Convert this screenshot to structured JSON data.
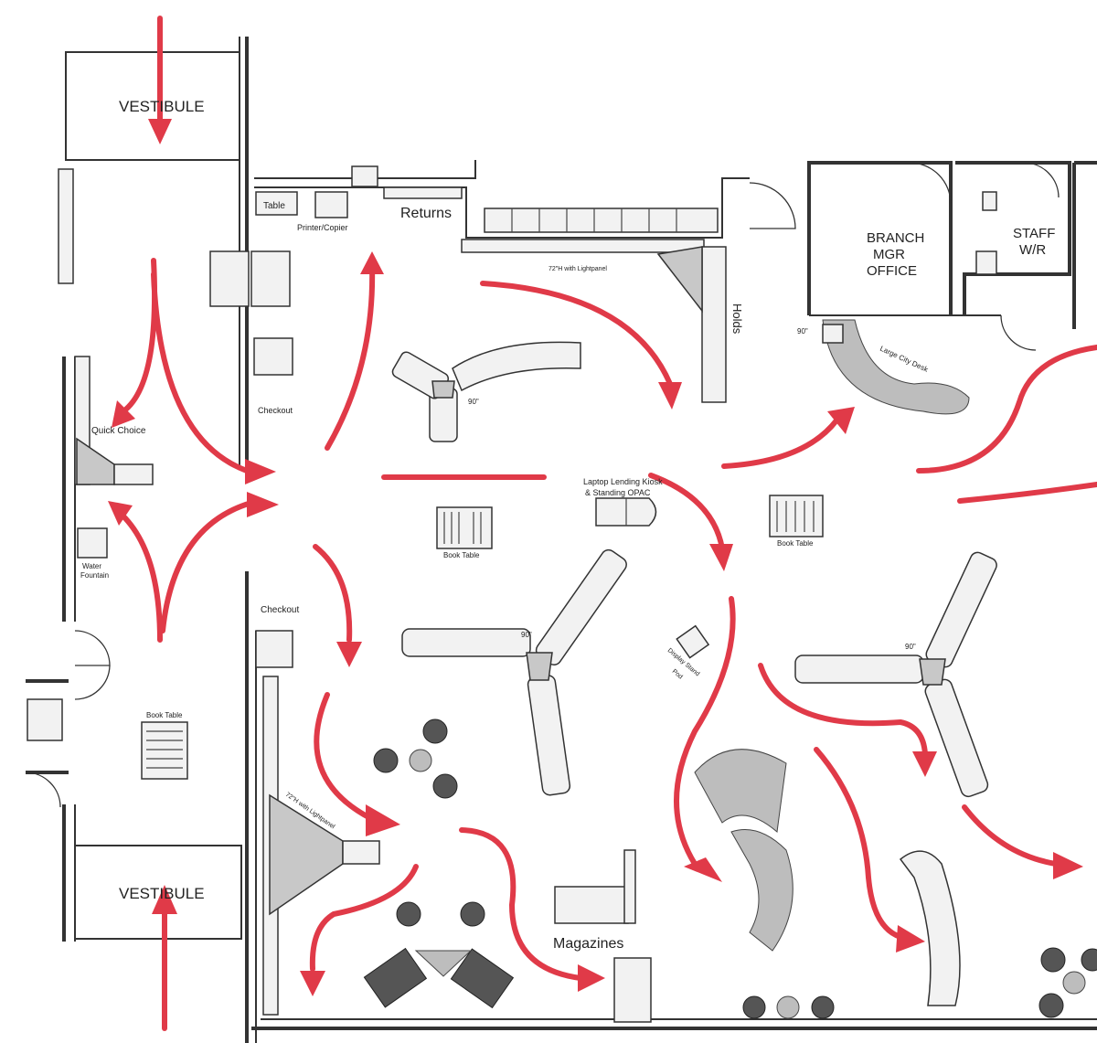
{
  "labels": {
    "vestibule_top": "VESTIBULE",
    "vestibule_bottom": "VESTIBULE",
    "returns": "Returns",
    "table": "Table",
    "printer_copier": "Printer/Copier",
    "branch_mgr_office": [
      "BRANCH",
      "MGR",
      "OFFICE"
    ],
    "staff_wr": [
      "STAFF",
      "W/R"
    ],
    "holds": "Holds",
    "quick_choice": "Quick Choice",
    "water_fountain": [
      "Water",
      "Fountain"
    ],
    "checkout_upper": "Checkout",
    "checkout_lower": "Checkout",
    "laptop_lending": [
      "Laptop Lending Kiosk",
      "& Standing OPAC"
    ],
    "book_table_center": "Book Table",
    "book_table_right": "Book Table",
    "book_table_left": "Book Table",
    "magazines": "Magazines",
    "large_city_desk": "Large City Desk",
    "lightpanel_top": "72\"H with Lightpanel",
    "lightpanel_lower": "72\"H with Lightpanel",
    "display_stand_pod": [
      "Display Stand",
      "Pod"
    ],
    "shelf_height_a": "90\"",
    "shelf_height_b": "90\"",
    "shelf_height_c": "90\"",
    "shelf_height_d": "90\""
  },
  "colors": {
    "flow_arrow": "#e03a48",
    "wall": "#333333",
    "counter_fill": "#c8c8c8"
  }
}
